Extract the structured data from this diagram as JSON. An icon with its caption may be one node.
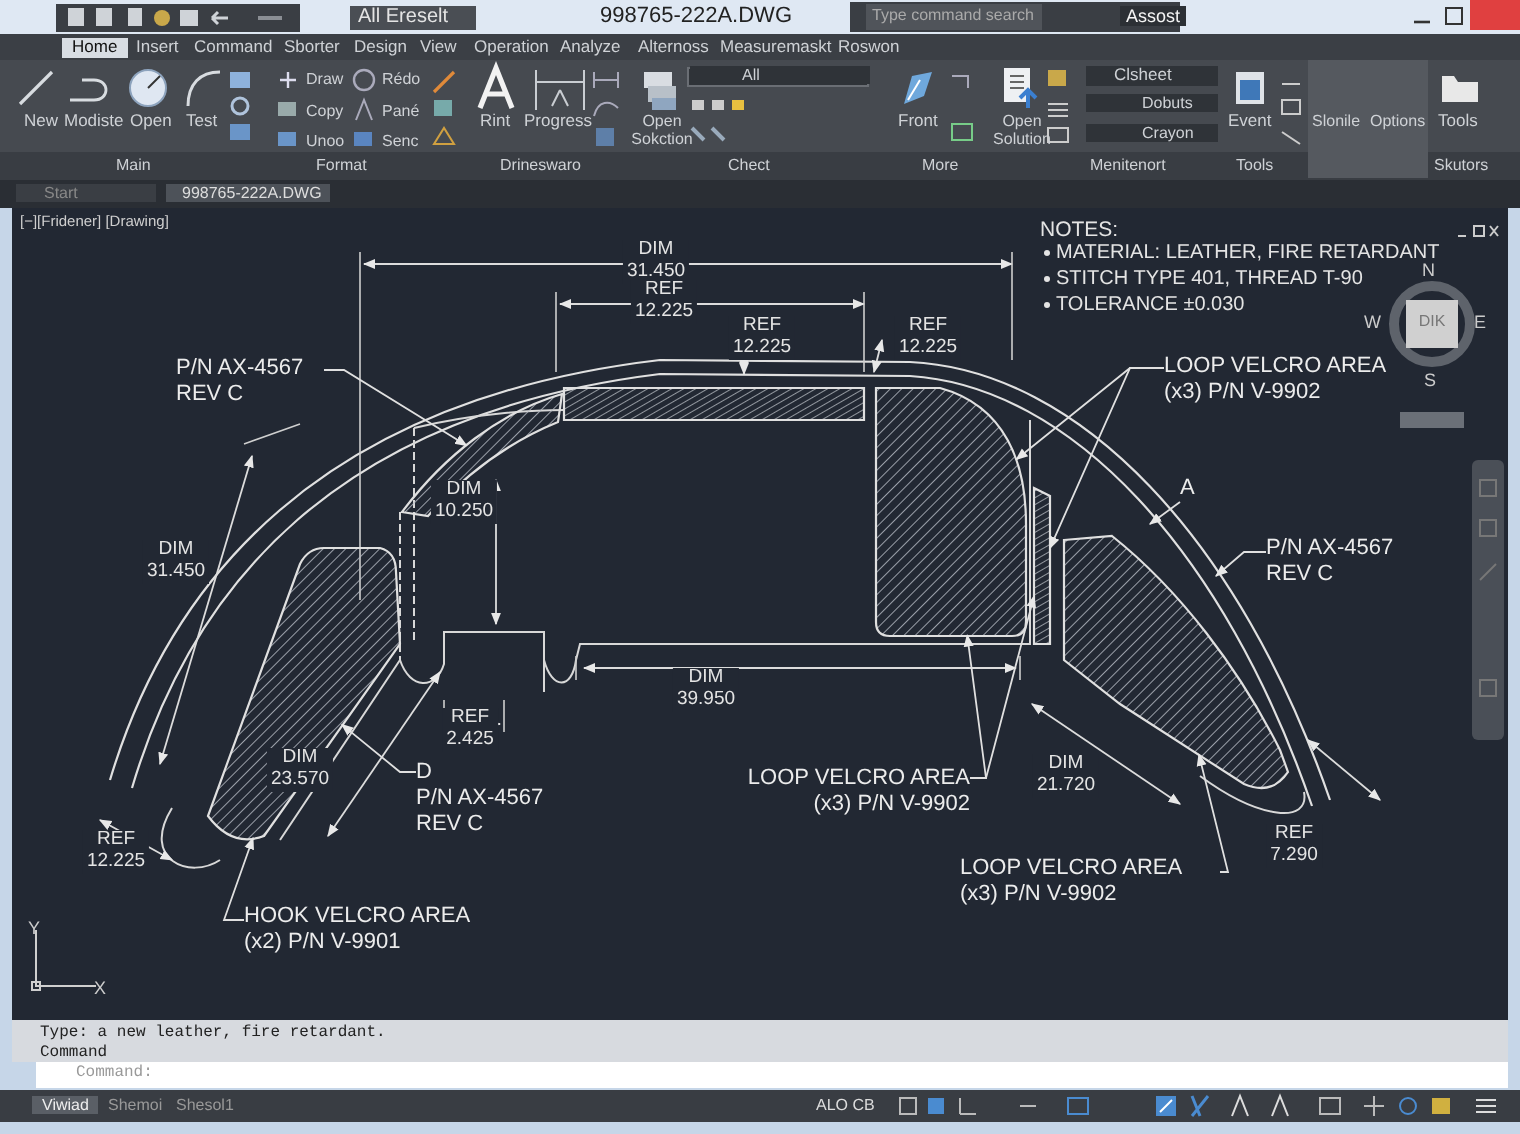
{
  "diagram": {
    "nodes": [
      {
        "text": [
          "P/N AX-4567 REV C"
        ]
      },
      {
        "text": [],
        "shape": "box"
      },
      {
        "text": [
          "LOOP VELCRO AREA (x3) P/N V-9902"
        ]
      },
      {
        "text": [],
        "shape": "box"
      },
      {
        "text": [],
        "shape": "bar"
      },
      {
        "text": [
          "A"
        ]
      },
      {
        "text": [
          "P/N AX-4567 REV C"
        ]
      },
      {
        "text": [
          "D",
          "P/N AX-4567 REV C"
        ]
      },
      {
        "text": [],
        "shape": "box"
      },
      {
        "text": [
          "HOOK VELCRO AREA (x2) P/N V-9901"
        ]
      },
      {
        "text": [
          "LOOP VELCRO AREA (x3) P/N V-9902"
        ]
      },
      {
        "text": [],
        "shape": "box"
      },
      {
        "text": [
          "LOOP VELCRO AREA (x3) P/N V-9902"
        ]
      },
      {
        "text": [],
        "shape": "bar"
      }
    ],
    "edges": [
      {
        "from": 0,
        "to": 1,
        "arrow": "to"
      },
      {
        "from": 2,
        "to": 3,
        "arrow": "to"
      },
      {
        "from": 2,
        "to": 4,
        "arrow": "to"
      },
      {
        "from": 5,
        "to": null,
        "arrow": "to"
      },
      {
        "from": 6,
        "to": null,
        "arrow": "to"
      },
      {
        "from": 7,
        "to": 8,
        "arrow": "to"
      },
      {
        "from": 9,
        "to": 8,
        "arrow": "to"
      },
      {
        "from": 10,
        "to": 3,
        "arrow": "to"
      },
      {
        "from": 10,
        "to": 4,
        "arrow": "to"
      },
      {
        "from": 12,
        "to": 11,
        "arrow": "to"
      }
    ],
    "labels": [
      "All Ereselt",
      "998765-222A.DWG",
      "Type command search",
      "Assost",
      "Home",
      "Insert",
      "Command",
      "Sborter",
      "Design",
      "View",
      "Operation",
      "Analyze",
      "Alternoss",
      "Measuremaskt",
      "Roswon",
      "New",
      "Modiste",
      "Open",
      "Test",
      "Draw",
      "Copy",
      "Unoo",
      "Rédo",
      "Pané",
      "Senc",
      "Rint",
      "Progress",
      "Open Sokction",
      "All",
      "Front",
      "Open Solution",
      "Clsheet",
      "Dobuts",
      "Crayon",
      "Event",
      "Slonile",
      "Options",
      "Tools",
      "Main",
      "Format",
      "Drineswaro",
      "Chect",
      "More",
      "Menitenort",
      "Tools",
      "Skutors",
      "Start",
      "998765-222A.DWG",
      "[−][Fridener] [Drawing]",
      "NOTES:",
      "MATERIAL: LEATHER, FIRE RETARDANT",
      "STITCH TYPE 401, THREAD T-90",
      "TOLERANCE ±0.030",
      "N",
      "W",
      "DIK",
      "E",
      "S",
      "DIM 31.450",
      "REF 12.225",
      "REF 12.225",
      "REF 12.225",
      "DIM 10.250",
      "DIM 31.450",
      "DIM 39.950",
      "REF 2.425",
      "DIM 23.570",
      "REF 12.225",
      "DIM 21.720",
      "REF 7.290",
      "Y",
      "X",
      "Type: a new leather, fire retardant.",
      "Command",
      "Command:",
      "Viwiad",
      "Shemoi",
      "Shesol1",
      "ALO CB"
    ]
  }
}
